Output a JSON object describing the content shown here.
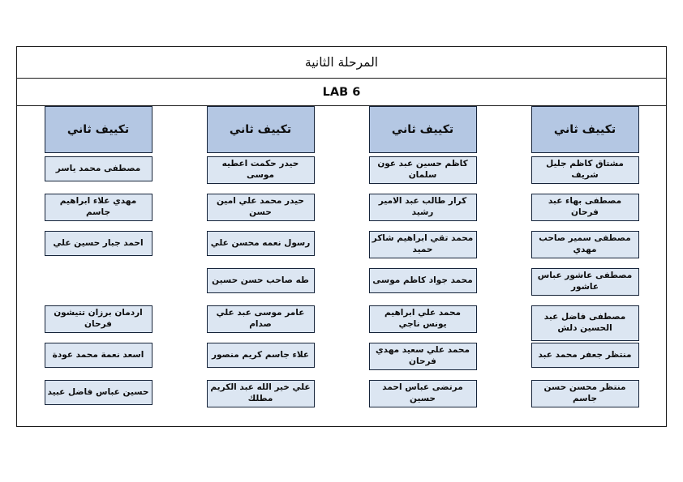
{
  "sheet": {
    "title": "المرحلة الثانية",
    "lab": "LAB 6",
    "header_color": "#b4c7e3",
    "cell_color": "#dce6f2",
    "border_color": "#16243a"
  },
  "columns": [
    {
      "header": "تكييف ثاني",
      "cells": [
        "مشتاق كاظم جليل شريف",
        "مصطفى بهاء عبد فرحان",
        "مصطفى سمير صاحب مهدي",
        "مصطفى عاشور عباس عاشور",
        "مصطفى فاضل عبد الحسين دلش",
        "منتظر جعفر محمد عبد",
        "منتظر محسن حسن جاسم"
      ]
    },
    {
      "header": "تكييف ثاني",
      "cells": [
        "كاظم حسين عبد عون سلمان",
        "كرار طالب عبد الامير رشيد",
        "محمد تقي ابراهيم شاكر حميد",
        "محمد جواد كاظم موسى",
        "محمد علي ابراهيم يونس ناجي",
        "محمد علي سعيد مهدي فرحان",
        "مرتضى عباس احمد حسين"
      ]
    },
    {
      "header": "تكييف ثاني",
      "cells": [
        "حيدر حكمت اعطيه موسى",
        "حيدر محمد علي امين حسن",
        "رسول نعمه محسن علي",
        "طه صاحب حسن حسين",
        "عامر موسى عبد علي صدام",
        "علاء جاسم كريم منصور",
        "علي خير الله عبد الكريم مطلك"
      ]
    },
    {
      "header": "تكييف ثاني",
      "cells": [
        "مصطفى محمد ياسر",
        "مهدي علاء ابراهيم جاسم",
        "احمد جبار حسين علي",
        "",
        "اردمان برزان تتيشون فرحان",
        "اسعد نعمة محمد عودة",
        "حسين عباس فاضل عبيد"
      ]
    }
  ]
}
